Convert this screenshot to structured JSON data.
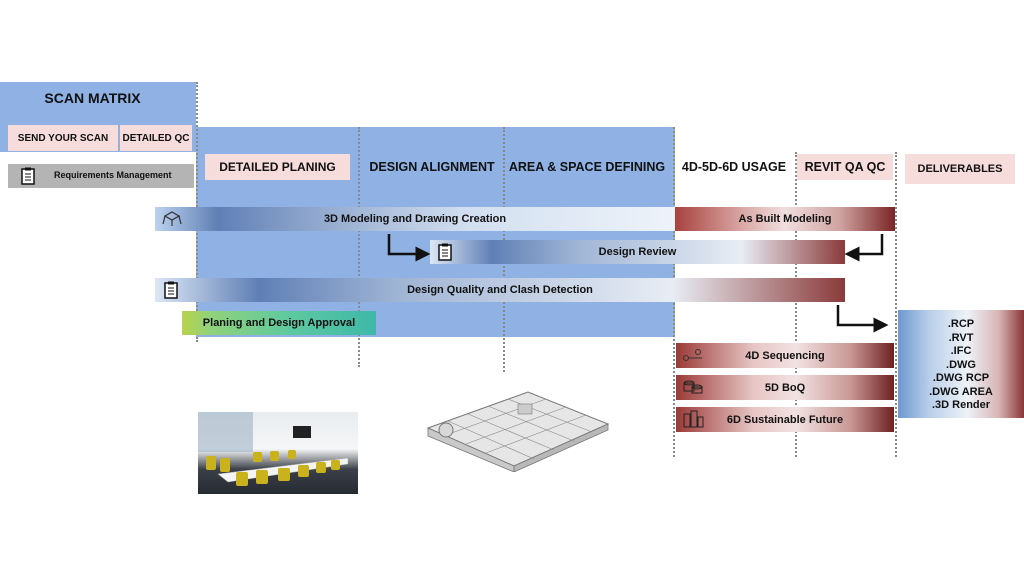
{
  "scan_matrix": {
    "title": "SCAN MATRIX",
    "send_scan": "SEND YOUR SCAN",
    "detailed_qc": "DETAILED QC",
    "requirements": "Requirements Management"
  },
  "phases": {
    "detailed_planing": "DETAILED PLANING",
    "design_alignment": "DESIGN ALIGNMENT",
    "area_space": "AREA & SPACE DEFINING",
    "usage_4d5d6d": "4D-5D-6D USAGE",
    "revit_qaqc": "REVIT QA QC",
    "deliverables": "DELIVERABLES"
  },
  "bars": {
    "modeling": "3D Modeling and Drawing Creation",
    "as_built": "As Built Modeling",
    "design_review": "Design Review",
    "quality_clash": "Design Quality and Clash Detection",
    "approval": "Planing and Design Approval",
    "seq_4d": "4D Sequencing",
    "boq_5d": "5D BoQ",
    "sustain_6d": "6D Sustainable Future"
  },
  "deliverables": [
    ".RCP",
    ".RVT",
    ".IFC",
    ".DWG",
    ".DWG RCP",
    ".DWG AREA",
    ".3D Render"
  ],
  "icons": {
    "modeling": "cube-icon",
    "review": "clipboard-icon",
    "quality": "clipboard-icon",
    "requirements": "clipboard-icon",
    "seq_4d": "timeline-icon",
    "boq_5d": "coins-icon",
    "sustain_6d": "city-icon"
  }
}
